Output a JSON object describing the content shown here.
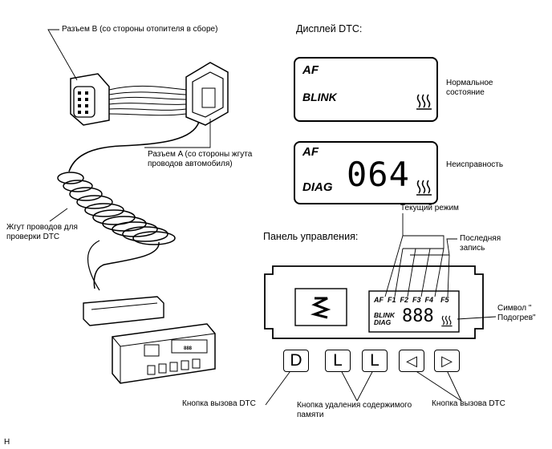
{
  "labels": {
    "connector_b": "Разъем B (со стороны отопителя в сборе)",
    "connector_a": "Разъем A (со стороны жгута проводов автомобиля)",
    "harness": "Жгут проводов для проверки DTC",
    "dtc_display": "Дисплей DTC:",
    "normal_state": "Нормальное состояние",
    "malfunction": "Неисправность",
    "current_mode": "Текущий режим",
    "last_record": "Последняя запись",
    "control_panel": "Панель управления:",
    "heating_symbol": "Символ \" Подогрев\"",
    "dtc_call_button_left": "Кнопка вызова DTC",
    "memory_clear_button": "Кнопка удаления содержимого памяти",
    "dtc_call_button_right": "Кнопка вызова DTC",
    "footer_code": "H"
  },
  "displays": {
    "normal": {
      "mode": "AF",
      "status": "BLINK"
    },
    "malfunction": {
      "mode": "AF",
      "status": "DIAG",
      "code": "064"
    }
  },
  "panel": {
    "modes": [
      "AF",
      "F1",
      "F2",
      "F3",
      "F4",
      "F5"
    ],
    "blink": "BLINK",
    "diag": "DIAG",
    "digits": "888",
    "buttons": [
      "D",
      "L",
      "L",
      "◁",
      "▷"
    ]
  },
  "icons": {
    "heating": "heating-waves-icon",
    "fan": "fan-symbol-icon",
    "left": "triangle-left-icon",
    "right": "triangle-right-icon"
  }
}
